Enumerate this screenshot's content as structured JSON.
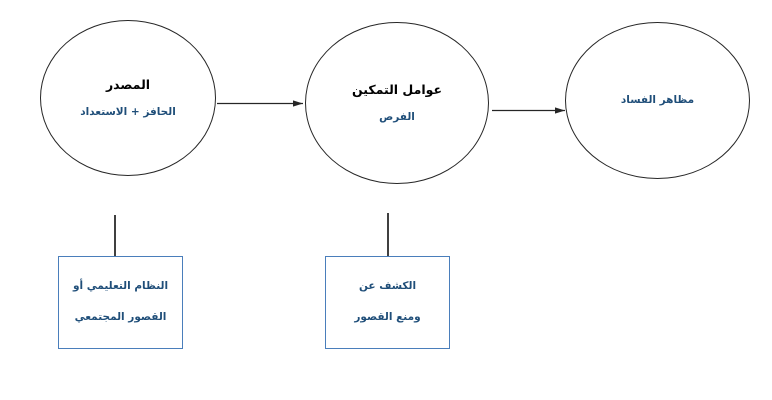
{
  "diagram": {
    "language": "ar",
    "direction": "rtl",
    "colors": {
      "ellipse_stroke": "#262626",
      "rect_stroke": "#4a7ebb",
      "blue_text": "#1f4e79",
      "black_text": "#000000",
      "connector": "#262626",
      "background": "#ffffff"
    },
    "ellipses": [
      {
        "id": "source",
        "title": "المصدر",
        "subtitle": "الحافز + الاستعداد"
      },
      {
        "id": "enablers",
        "title": "عوامل التمكين",
        "subtitle": "الفرص"
      },
      {
        "id": "manifestations",
        "title": "",
        "subtitle": "مظاهر الفساد"
      }
    ],
    "rectangles": [
      {
        "id": "education-or-societal",
        "line1": "النظام التعليمي أو",
        "line2": "القصور المجتمعي"
      },
      {
        "id": "detect-and-prevent",
        "line1": "الكشف عن",
        "line2": "ومنع القصور"
      }
    ],
    "arrows": [
      {
        "id": "arrow-source-to-enablers",
        "from": "source",
        "to": "enablers",
        "style": "single-headed"
      },
      {
        "id": "arrow-enablers-to-manifestations",
        "from": "enablers",
        "to": "manifestations",
        "style": "single-headed"
      }
    ],
    "stems": [
      {
        "id": "stem-source-to-education",
        "from": "source",
        "to": "education-or-societal",
        "style": "plain-line"
      },
      {
        "id": "stem-enablers-to-detect",
        "from": "enablers",
        "to": "detect-and-prevent",
        "style": "plain-line"
      }
    ]
  }
}
